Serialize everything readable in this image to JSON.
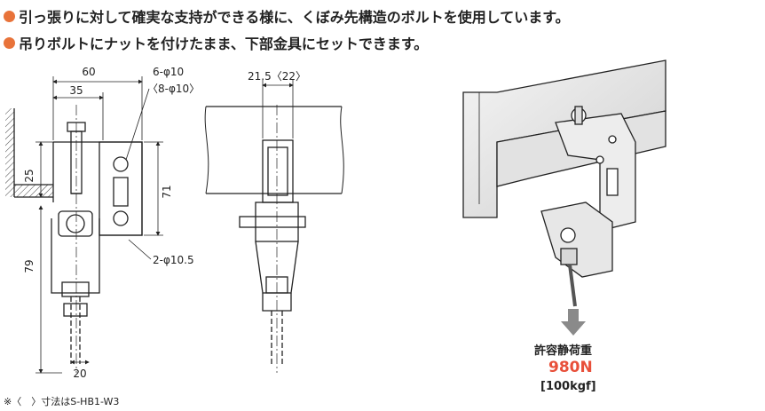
{
  "bullets": [
    "引っ張りに対して確実な支持ができる様に、くぼみ先構造のボルトを使用しています。",
    "吊りボルトにナットを付けたまま、下部金具にセットできます。"
  ],
  "dimensions": {
    "d60": "60",
    "d35": "35",
    "holes_top": "6-φ10",
    "holes_top_alt": "〈8-φ10〉",
    "d25": "25",
    "d71": "71",
    "d79": "79",
    "holes_side": "2-φ10.5",
    "d20": "20",
    "d21_5": "21.5〈22〉"
  },
  "note": "※〈　〉寸法はS-HB1-W3",
  "load": {
    "label": "許容静荷重",
    "value": "980N",
    "kgf": "[100kgf]"
  },
  "colors": {
    "accent": "#e8733a",
    "load_value": "#e8503a",
    "arrow": "#8a8a8a"
  }
}
